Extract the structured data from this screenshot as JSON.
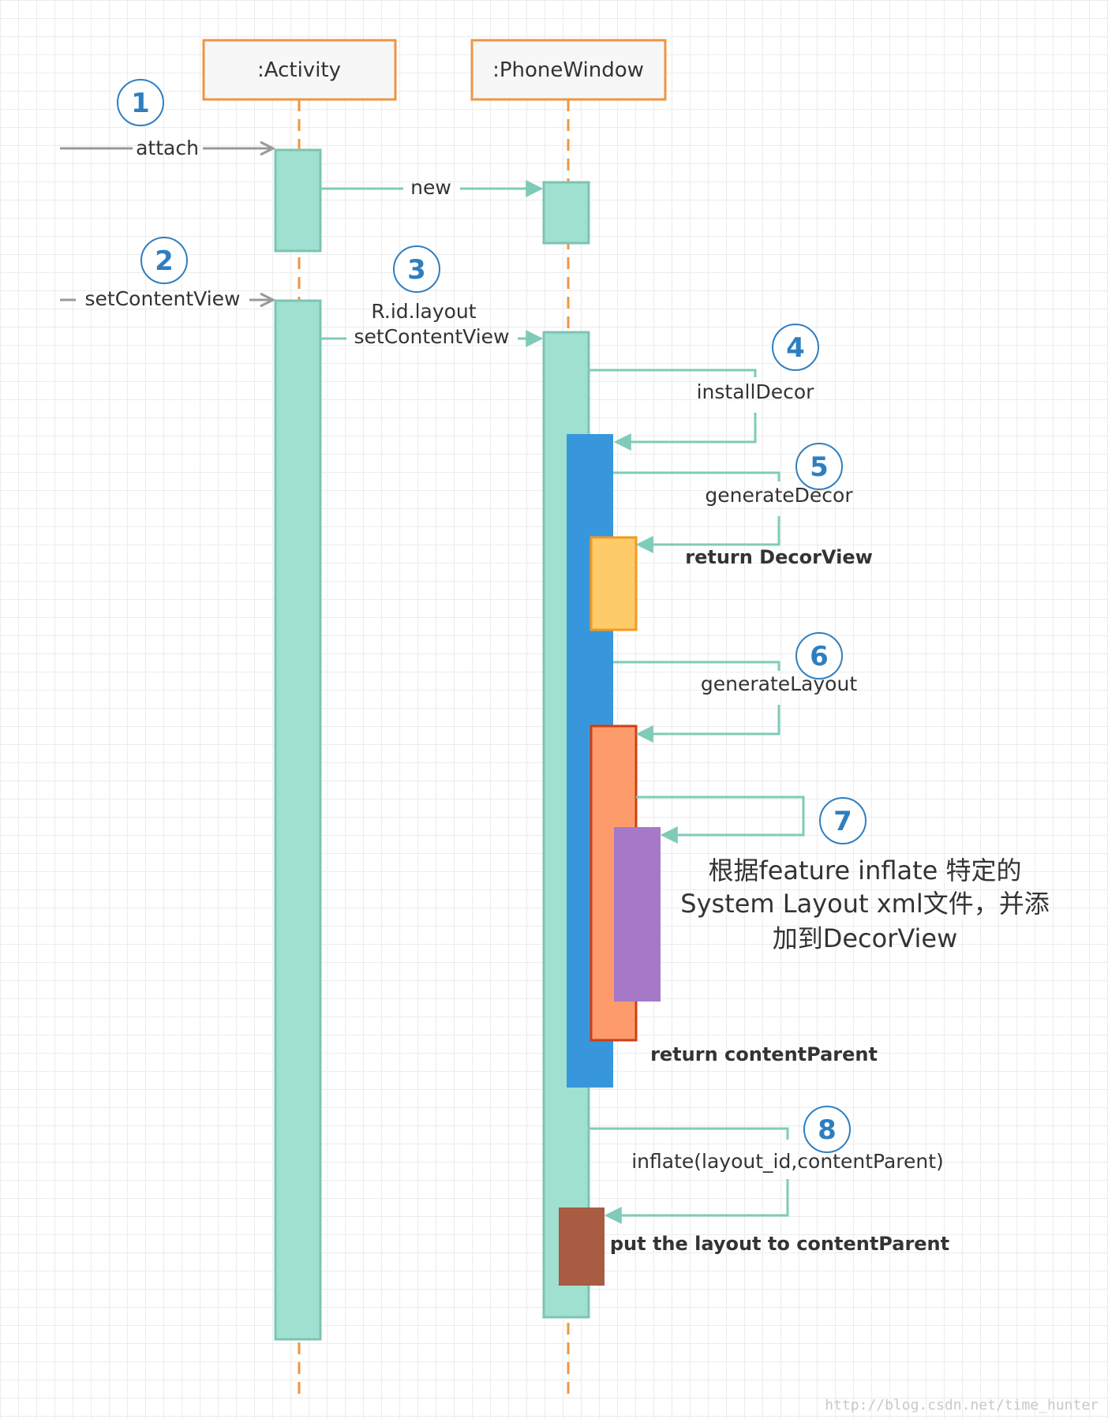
{
  "lifelines": [
    ":Activity",
    ":PhoneWindow"
  ],
  "steps": [
    "1",
    "2",
    "3",
    "4",
    "5",
    "6",
    "7",
    "8"
  ],
  "messages": {
    "attach": "attach",
    "new": "new",
    "setContentView": "setContentView",
    "rid_layout": "R.id.layout",
    "set_content_view_pw": "setContentView",
    "install_decor": "installDecor",
    "generate_decor": "generateDecor",
    "return_decor_view": "return DecorView",
    "generate_layout": "generateLayout",
    "return_content_parent": "return contentParent",
    "inflate": "inflate(layout_id,contentParent)",
    "put_layout": "put the layout to contentParent"
  },
  "note_lines": [
    "根据feature inflate 特定的",
    "System Layout xml文件，并添",
    "加到DecorView"
  ],
  "watermark": "http://blog.csdn.net/time_hunter",
  "colors": {
    "lifeline_border": "#ee9544",
    "activation_teal": "#9fe0d1",
    "activation_teal_border": "#7cc4b2",
    "arrow_teal": "#7fcbb8",
    "sync_arrow_gray": "#9a9a9a",
    "install_decor_blue": "#3897dc",
    "decor_view_yellow": "#fdcb69",
    "decor_view_border": "#f39a1d",
    "generate_layout_orange": "#fe9b6b",
    "generate_layout_border": "#d03e14",
    "system_layout_purple": "#a579c8",
    "content_parent_brown": "#a85c41",
    "step_number_blue": "#2f7fc0"
  }
}
